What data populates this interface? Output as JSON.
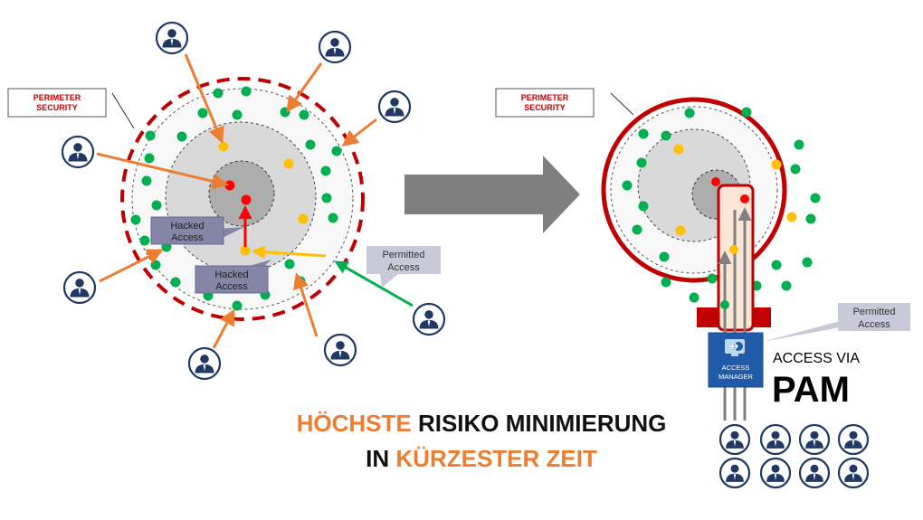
{
  "left": {
    "perimeter_label_line1": "PERIMETER",
    "perimeter_label_line2": "SECURITY",
    "hacked_1_line1": "Hacked",
    "hacked_1_line2": "Access",
    "hacked_2_line1": "Hacked",
    "hacked_2_line2": "Access",
    "permitted_line1": "Permitted",
    "permitted_line2": "Access"
  },
  "right": {
    "perimeter_label_line1": "PERIMETER",
    "perimeter_label_line2": "SECURITY",
    "permitted_line1": "Permitted",
    "permitted_line2": "Access",
    "access_manager_line1": "ACCESS",
    "access_manager_line2": "MANAGER",
    "access_via": "ACCESS VIA",
    "pam": "PAM"
  },
  "headline": {
    "line1_highlight": "HÖCHSTE",
    "line1_rest": " RISIKO MINIMIERUNG",
    "line2_start": "IN ",
    "line2_highlight": "KÜRZESTER ZEIT"
  },
  "colors": {
    "accent": "#ED7D31",
    "perimeter": "#C00000",
    "user": "#1F3864",
    "green": "#00B050",
    "yellow": "#FFC000",
    "red": "#FF0000",
    "manager": "#1F5BA8"
  }
}
